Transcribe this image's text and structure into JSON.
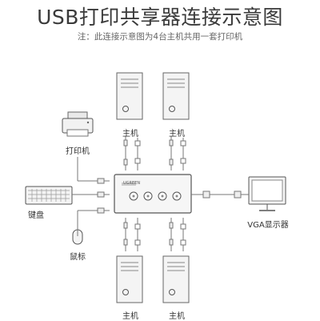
{
  "title": "USB打印共享器连接示意图",
  "note": "注：此连接示意图为4台主机共用一套打印机",
  "device": {
    "brand": "UGREEN"
  },
  "labels": {
    "host_top_left": "主机",
    "host_top_right": "主机",
    "host_bottom_left": "主机",
    "host_bottom_right": "主机",
    "printer": "打印机",
    "keyboard": "键盘",
    "mouse": "鼠标",
    "monitor": "VGA显示器"
  },
  "colors": {
    "line": "#7a7a7a",
    "device_fill": "#f4f4f4",
    "text": "#333333"
  }
}
